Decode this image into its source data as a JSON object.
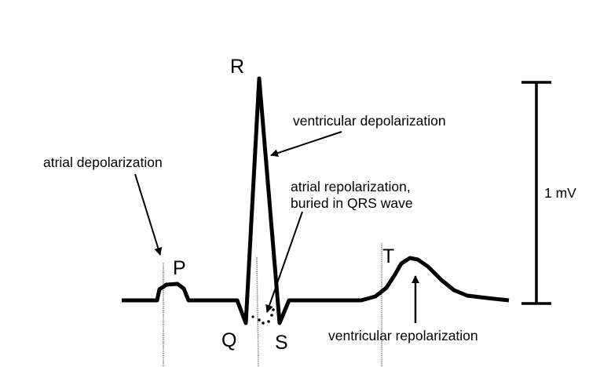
{
  "title": "ECG waveform components",
  "waves": {
    "p": "P",
    "q": "Q",
    "r": "R",
    "s": "S",
    "t": "T"
  },
  "annotations": {
    "atrial_depolarization": "atrial depolarization",
    "ventricular_depolarization": "ventricular depolarization",
    "atrial_repolarization_line1": "atrial repolarization,",
    "atrial_repolarization_line2": "buried in QRS wave",
    "ventricular_repolarization": "ventricular repolarization"
  },
  "scale_bar": {
    "label": "1 mV",
    "value_mV": 1
  }
}
